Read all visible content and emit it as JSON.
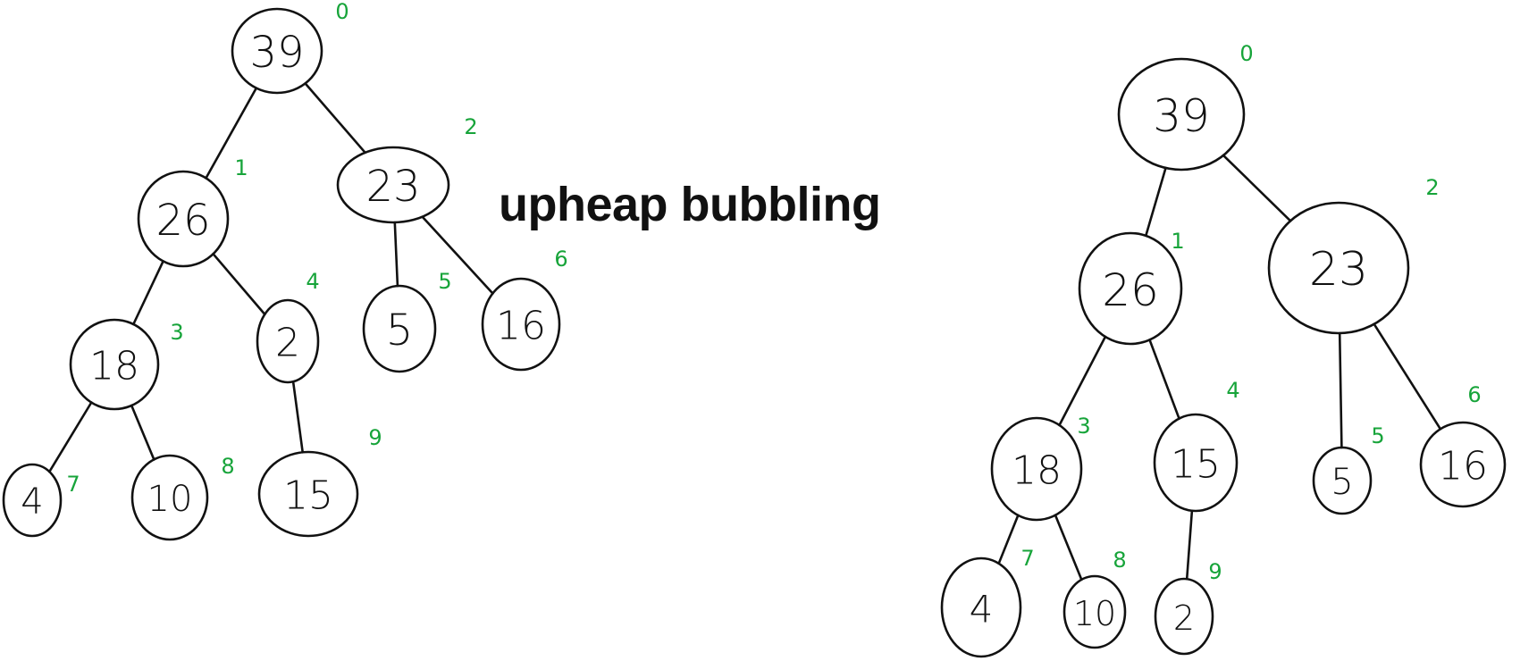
{
  "caption": "upheap bubbling",
  "colors": {
    "ink": "#111111",
    "index": "#17a43a",
    "background": "#ffffff"
  },
  "trees": [
    {
      "id": "before",
      "nodes": [
        {
          "value": "39",
          "index": "0"
        },
        {
          "value": "26",
          "index": "1"
        },
        {
          "value": "23",
          "index": "2"
        },
        {
          "value": "18",
          "index": "3"
        },
        {
          "value": "2",
          "index": "4"
        },
        {
          "value": "5",
          "index": "5"
        },
        {
          "value": "16",
          "index": "6"
        },
        {
          "value": "4",
          "index": "7"
        },
        {
          "value": "10",
          "index": "8"
        },
        {
          "value": "15",
          "index": "9"
        }
      ],
      "edges": [
        [
          0,
          1
        ],
        [
          0,
          2
        ],
        [
          1,
          3
        ],
        [
          1,
          4
        ],
        [
          2,
          5
        ],
        [
          2,
          6
        ],
        [
          3,
          7
        ],
        [
          3,
          8
        ],
        [
          4,
          9
        ]
      ]
    },
    {
      "id": "after",
      "nodes": [
        {
          "value": "39",
          "index": "0"
        },
        {
          "value": "26",
          "index": "1"
        },
        {
          "value": "23",
          "index": "2"
        },
        {
          "value": "18",
          "index": "3"
        },
        {
          "value": "15",
          "index": "4"
        },
        {
          "value": "5",
          "index": "5"
        },
        {
          "value": "16",
          "index": "6"
        },
        {
          "value": "4",
          "index": "7"
        },
        {
          "value": "10",
          "index": "8"
        },
        {
          "value": "2",
          "index": "9"
        }
      ],
      "edges": [
        [
          0,
          1
        ],
        [
          0,
          2
        ],
        [
          1,
          3
        ],
        [
          1,
          4
        ],
        [
          2,
          5
        ],
        [
          2,
          6
        ],
        [
          3,
          7
        ],
        [
          3,
          8
        ],
        [
          4,
          9
        ]
      ]
    }
  ]
}
